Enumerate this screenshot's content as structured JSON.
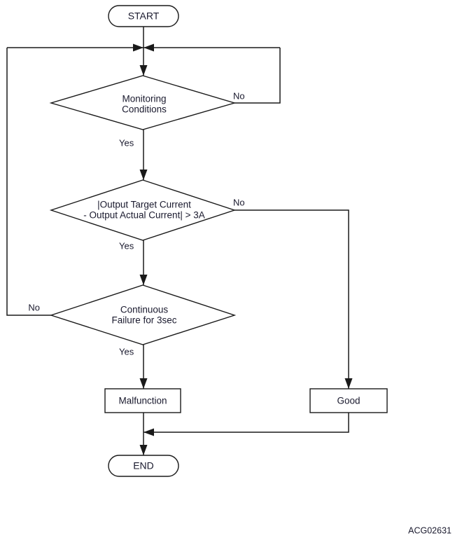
{
  "diagram": {
    "type": "flowchart",
    "figure_code": "ACG02631",
    "terminals": {
      "start": "START",
      "end": "END"
    },
    "decisions": [
      {
        "id": "monitoring-conditions",
        "line1": "Monitoring",
        "line2": "Conditions",
        "yes_label": "Yes",
        "no_label": "No"
      },
      {
        "id": "current-deviation",
        "line1": "|Output Target Current",
        "line2": "- Output Actual Current| > 3A",
        "yes_label": "Yes",
        "no_label": "No"
      },
      {
        "id": "continuous-failure",
        "line1": "Continuous",
        "line2": "Failure for 3sec",
        "yes_label": "Yes",
        "no_label": "No"
      }
    ],
    "results": {
      "malfunction": "Malfunction",
      "good": "Good"
    },
    "colors": {
      "stroke": "#1a1a1a",
      "text": "#1a1a2e",
      "background": "#ffffff"
    }
  }
}
